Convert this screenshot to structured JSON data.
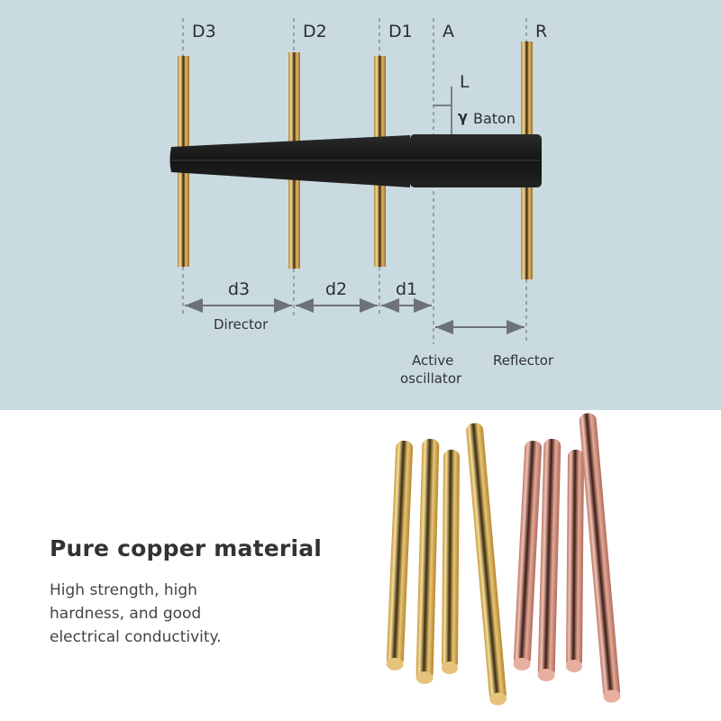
{
  "diagram": {
    "background": "#c9dbe1",
    "element_labels": {
      "d3_top": "D3",
      "d2_top": "D2",
      "d1_top": "D1",
      "a_top": "A",
      "r_top": "R"
    },
    "baton_labels": {
      "length": "L",
      "baton_symbol": "γ",
      "baton": "Baton"
    },
    "spacing_labels": {
      "d3": "d3",
      "d2": "d2",
      "d1": "d1"
    },
    "group_labels": {
      "director": "Director",
      "active_line1": "Active",
      "active_line2": "oscillator",
      "reflector": "Reflector"
    },
    "colors": {
      "rod_gold": "#d9a94a",
      "boom": "#1c1c1c",
      "dash": "#7a8287",
      "arrow": "#6c7276"
    }
  },
  "material": {
    "title": "Pure copper material",
    "description_lines": [
      "High strength, high",
      "hardness, and good",
      "electrical conductivity."
    ],
    "colors": {
      "brass": "#e2bd63",
      "copper": "#d79b8c"
    }
  }
}
